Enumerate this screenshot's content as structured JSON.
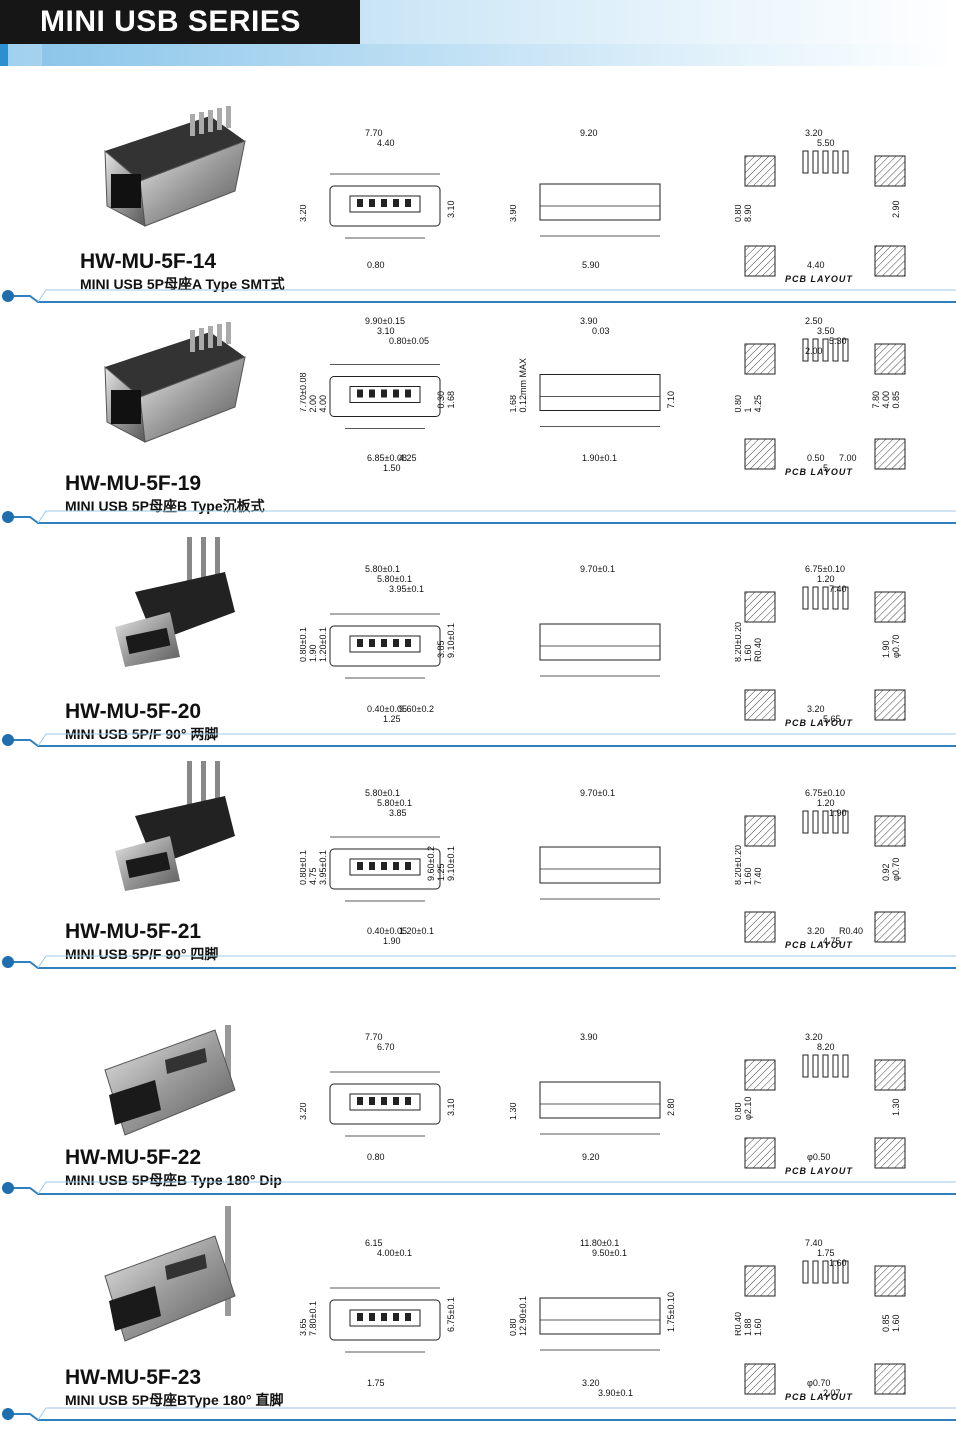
{
  "header": {
    "title": "MINI USB SERIES"
  },
  "pcb_label": "PCB LAYOUT",
  "products": [
    {
      "model": "HW-MU-5F-14",
      "description": "MINI USB 5P母座A Type SMT式",
      "dims_front": [
        "7.70",
        "3.20",
        "0.80",
        "3.10",
        "4.40"
      ],
      "dims_side": [
        "9.20",
        "3.90",
        "5.90"
      ],
      "dims_pcb": [
        "3.20",
        "0.80",
        "4.40",
        "2.90",
        "5.50",
        "8.90"
      ]
    },
    {
      "model": "HW-MU-5F-19",
      "description": "MINI USB 5P母座B Type沉板式",
      "dims_front": [
        "9.90±0.15",
        "7.70±0.08",
        "6.85±0.08",
        "1.68",
        "3.10",
        "2.00",
        "1.50",
        "0.30",
        "0.80±0.05",
        "4.00",
        "4.25"
      ],
      "dims_side": [
        "3.90",
        "1.68",
        "1.90±0.1",
        "7.10",
        "0.03",
        "0.12mm MAX"
      ],
      "dims_pcb": [
        "2.50",
        "0.80",
        "0.50",
        "0.85",
        "3.50",
        "1",
        "5",
        "4.00",
        "5.30",
        "4.25",
        "7.00",
        "7.80",
        "2.00"
      ]
    },
    {
      "model": "HW-MU-5F-20",
      "description": "MINI USB 5P/F 90°  两脚",
      "dims_front": [
        "5.80±0.1",
        "0.80±0.1",
        "0.40±0.05",
        "9.10±0.1",
        "5.80±0.1",
        "1.90",
        "1.25",
        "3.85",
        "3.95±0.1",
        "1.20±0.1",
        "9.60±0.2"
      ],
      "dims_side": [
        "9.70±0.1"
      ],
      "dims_pcb": [
        "6.75±0.10",
        "8.20±0.20",
        "3.20",
        "φ0.70",
        "1.20",
        "1.60",
        "5.65",
        "1.90",
        "7.40",
        "R0.40"
      ]
    },
    {
      "model": "HW-MU-5F-21",
      "description": "MINI USB 5P/F 90°  四脚",
      "dims_front": [
        "5.80±0.1",
        "0.80±0.1",
        "0.40±0.05",
        "9.10±0.1",
        "5.80±0.1",
        "4.75",
        "1.90",
        "1.25",
        "3.85",
        "3.95±0.1",
        "1.20±0.1",
        "9.60±0.2"
      ],
      "dims_side": [
        "9.70±0.1"
      ],
      "dims_pcb": [
        "6.75±0.10",
        "8.20±0.20",
        "3.20",
        "φ0.70",
        "1.20",
        "1.60",
        "4.75",
        "0.92",
        "1.90",
        "7.40",
        "R0.40"
      ]
    },
    {
      "model": "HW-MU-5F-22",
      "description": "MINI USB 5P母座B Type 180°  Dip",
      "dims_front": [
        "7.70",
        "3.20",
        "0.80",
        "3.10",
        "6.70"
      ],
      "dims_side": [
        "3.90",
        "1.30",
        "9.20",
        "2.80"
      ],
      "dims_pcb": [
        "3.20",
        "0.80",
        "φ0.50",
        "1.30",
        "8.20",
        "φ2.10"
      ]
    },
    {
      "model": "HW-MU-5F-23",
      "description": "MINI USB 5P母座BType 180°  直脚",
      "dims_front": [
        "6.15",
        "3.65",
        "1.75",
        "6.75±0.1",
        "4.00±0.1",
        "7.80±0.1"
      ],
      "dims_side": [
        "11.80±0.1",
        "0.80",
        "3.20",
        "1.75±0.10",
        "9.50±0.1",
        "12.90±0.1",
        "3.90±0.1"
      ],
      "dims_pcb": [
        "7.40",
        "R0.40",
        "φ0.70",
        "1.60",
        "1.75",
        "1.88",
        "2.07",
        "0.85",
        "1.60",
        "1.60"
      ]
    }
  ]
}
